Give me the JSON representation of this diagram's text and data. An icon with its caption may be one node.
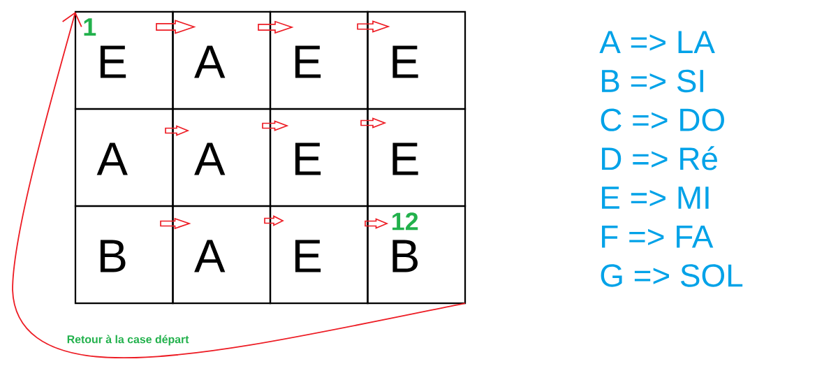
{
  "diagram": {
    "nodes": [
      {
        "text": [
          "1",
          "E"
        ]
      },
      {
        "text": [
          "A"
        ]
      },
      {
        "text": [
          "E"
        ]
      },
      {
        "text": [
          "E"
        ]
      },
      {
        "text": [
          "A"
        ]
      },
      {
        "text": [
          "A"
        ]
      },
      {
        "text": [
          "E"
        ]
      },
      {
        "text": [
          "E"
        ]
      },
      {
        "text": [
          "B"
        ]
      },
      {
        "text": [
          "A"
        ]
      },
      {
        "text": [
          "E"
        ]
      },
      {
        "text": [
          "12",
          "B"
        ]
      }
    ],
    "edges": [
      {
        "from": 0,
        "to": 1,
        "arrow": "to"
      },
      {
        "from": 1,
        "to": 2,
        "arrow": "to"
      },
      {
        "from": 2,
        "to": 3,
        "arrow": "to"
      },
      {
        "from": 4,
        "to": 5,
        "arrow": "to"
      },
      {
        "from": 5,
        "to": 6,
        "arrow": "to"
      },
      {
        "from": 6,
        "to": 7,
        "arrow": "to"
      },
      {
        "from": 8,
        "to": 9,
        "arrow": "to"
      },
      {
        "from": 9,
        "to": 10,
        "arrow": "to"
      },
      {
        "from": 10,
        "to": 11,
        "arrow": "to"
      },
      {
        "from": 11,
        "to": 0,
        "arrow": "to",
        "label": "Retour à la case départ"
      }
    ],
    "labels": [
      "A => LA",
      "B => SI",
      "C => DO",
      "D => Ré",
      "E => MI",
      "F => FA",
      "G => SOL"
    ]
  }
}
